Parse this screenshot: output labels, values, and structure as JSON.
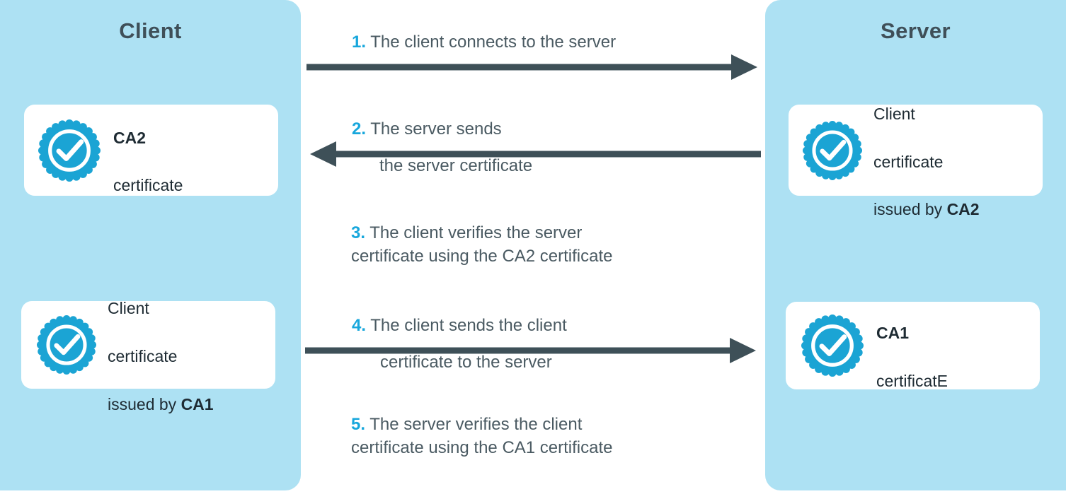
{
  "diagram": {
    "title_left": "Client",
    "title_right": "Server",
    "accent_cyan": "#18A7DC",
    "badge_cyan": "#1BA4D4",
    "panel_bg": "#ADE1F3",
    "arrow_color": "#3E5058",
    "text_slate": "#4A5A62",
    "card_text": "#1E2B33"
  },
  "cards": {
    "client_ca2": {
      "icon": "certificate-badge-icon",
      "line1": "CA2",
      "line2": "certificate"
    },
    "client_cert": {
      "icon": "certificate-badge-icon",
      "line1": "Client",
      "line2": "certificate",
      "line3_prefix": "issued by ",
      "line3_bold": "CA1"
    },
    "server_cert": {
      "icon": "certificate-badge-icon",
      "line1": "Client",
      "line2": "certificate",
      "line3_prefix": "issued by ",
      "line3_bold": "CA2"
    },
    "server_ca1": {
      "icon": "certificate-badge-icon",
      "line1": "CA1",
      "line2": "certificatE"
    }
  },
  "steps": [
    {
      "num": "1.",
      "text": " The client connects to the server",
      "arrow": "right"
    },
    {
      "num": "2.",
      "text": " The server sends",
      "text_cont": "the server certificate",
      "arrow": "left"
    },
    {
      "num": "3.",
      "text": " The client verifies the server\ncertificate using the CA2 certificate",
      "arrow": "none"
    },
    {
      "num": "4.",
      "text": " The client sends the client",
      "text_cont": "certificate to the server",
      "arrow": "right"
    },
    {
      "num": "5.",
      "text": " The server verifies the client\ncertificate using the CA1 certificate",
      "arrow": "none"
    }
  ]
}
